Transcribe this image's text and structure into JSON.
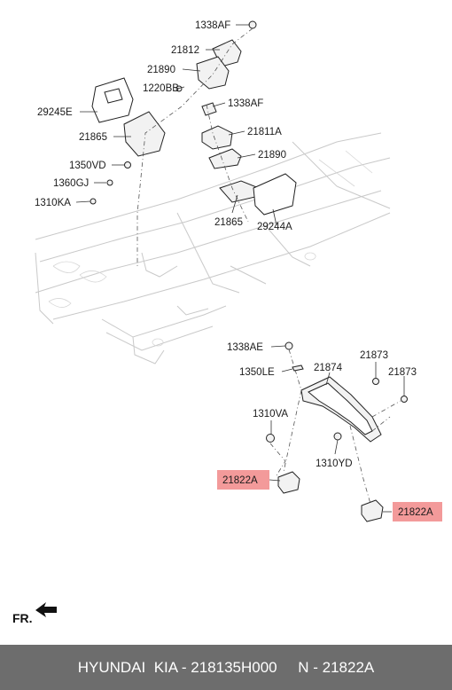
{
  "labels": {
    "l1338AF_top": "1338AF",
    "l21812": "21812",
    "l21890_left": "21890",
    "l1220BB": "1220BB",
    "l29245E": "29245E",
    "l21865_left": "21865",
    "l1350VD": "1350VD",
    "l1360GJ": "1360GJ",
    "l1310KA": "1310KA",
    "l1338AF_mid": "1338AF",
    "l21811A": "21811A",
    "l21890_right": "21890",
    "l21865_right": "21865",
    "l29244A": "29244A",
    "l1338AE": "1338AE",
    "l1350LE": "1350LE",
    "l21874": "21874",
    "l21873_a": "21873",
    "l21873_b": "21873",
    "l1310VA": "1310VA",
    "l1310YD": "1310YD",
    "l21822A_left": "21822A",
    "l21822A_right": "21822A"
  },
  "highlight_color": "#f39a9a",
  "direction": {
    "label": "FR.",
    "icon": "front-arrow-icon"
  },
  "footer": {
    "text": "HYUNDAI  KIA - 218135H000     N - 21822A"
  }
}
